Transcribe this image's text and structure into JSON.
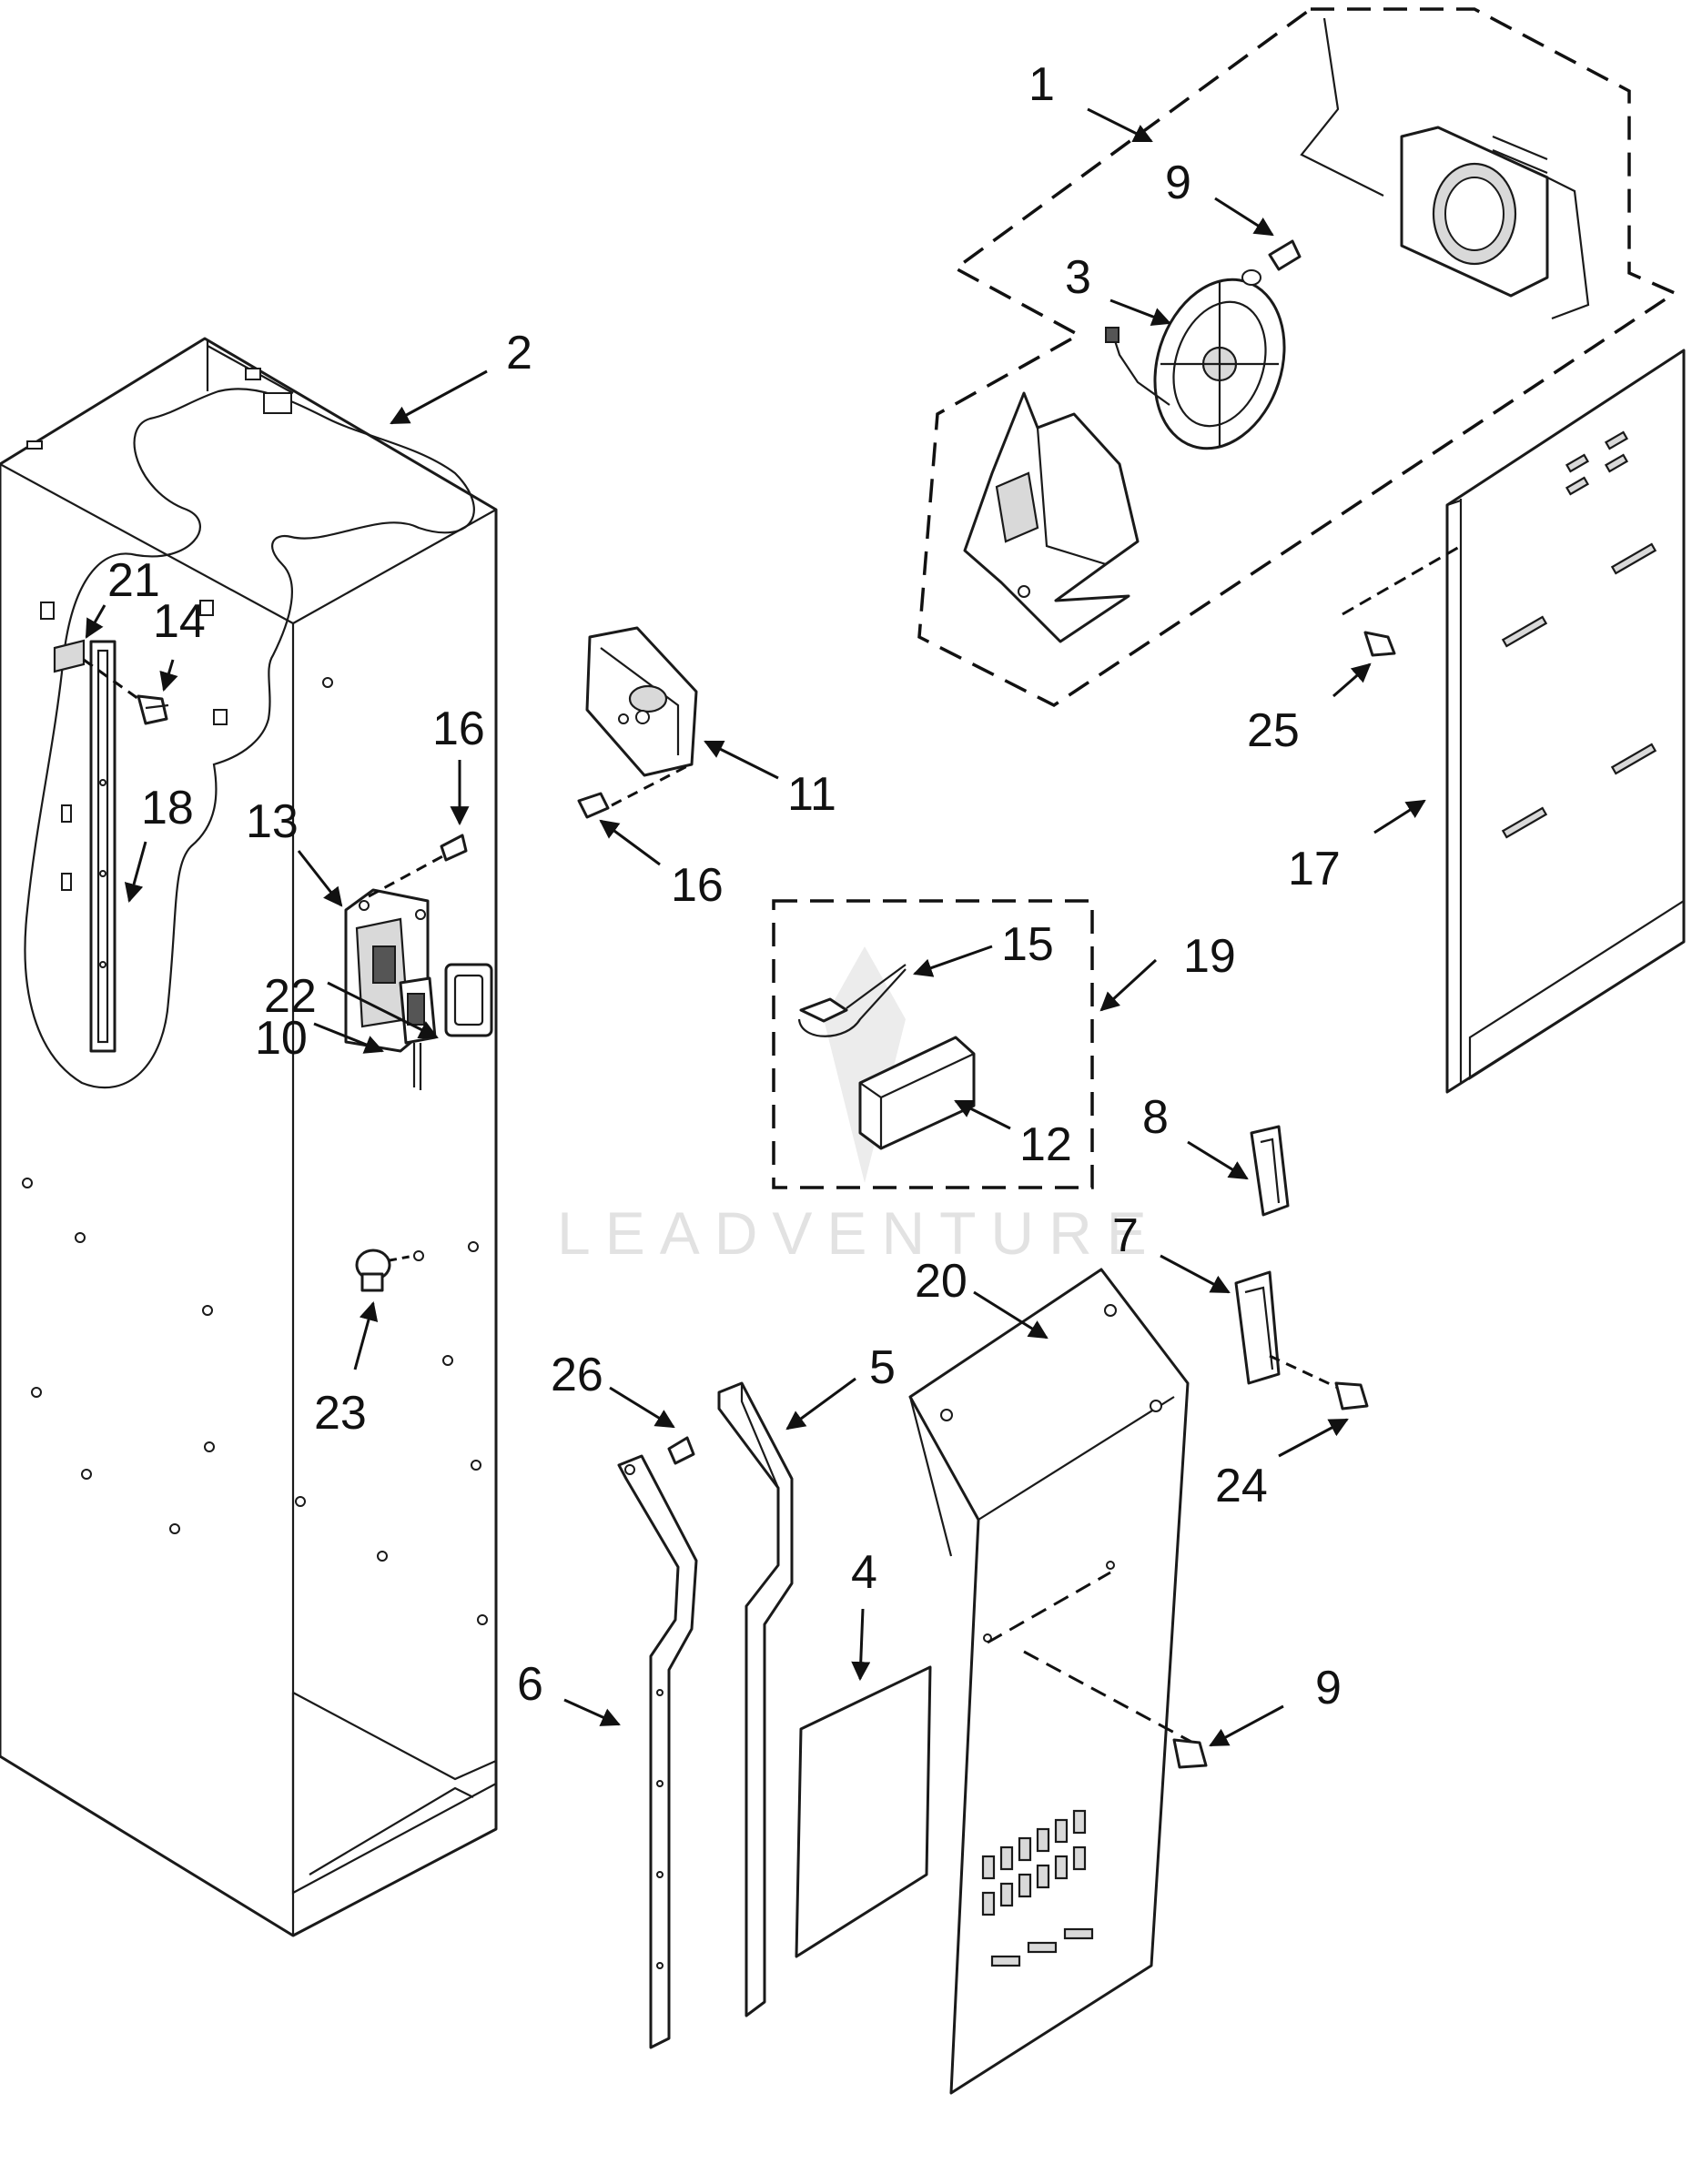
{
  "diagram": {
    "watermark_text": "LEADVENTURE",
    "callouts": [
      {
        "id": "c1",
        "label": "1"
      },
      {
        "id": "c9a",
        "label": "9"
      },
      {
        "id": "c3",
        "label": "3"
      },
      {
        "id": "c2",
        "label": "2"
      },
      {
        "id": "c21",
        "label": "21"
      },
      {
        "id": "c14",
        "label": "14"
      },
      {
        "id": "c16a",
        "label": "16"
      },
      {
        "id": "c18",
        "label": "18"
      },
      {
        "id": "c13",
        "label": "13"
      },
      {
        "id": "c11",
        "label": "11"
      },
      {
        "id": "c16b",
        "label": "16"
      },
      {
        "id": "c25",
        "label": "25"
      },
      {
        "id": "c17",
        "label": "17"
      },
      {
        "id": "c15",
        "label": "15"
      },
      {
        "id": "c19",
        "label": "19"
      },
      {
        "id": "c22",
        "label": "22"
      },
      {
        "id": "c10",
        "label": "10"
      },
      {
        "id": "c12",
        "label": "12"
      },
      {
        "id": "c8",
        "label": "8"
      },
      {
        "id": "c7",
        "label": "7"
      },
      {
        "id": "c20",
        "label": "20"
      },
      {
        "id": "c23",
        "label": "23"
      },
      {
        "id": "c26",
        "label": "26"
      },
      {
        "id": "c5",
        "label": "5"
      },
      {
        "id": "c24",
        "label": "24"
      },
      {
        "id": "c4",
        "label": "4"
      },
      {
        "id": "c6",
        "label": "6"
      },
      {
        "id": "c9b",
        "label": "9"
      }
    ]
  }
}
